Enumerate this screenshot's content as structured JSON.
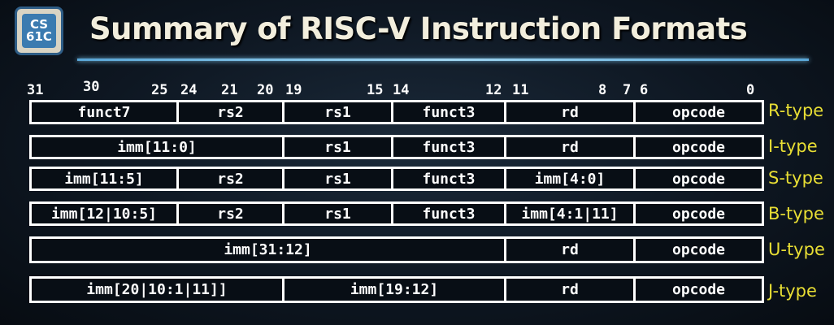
{
  "logo": {
    "line1": "CS",
    "line2": "61C"
  },
  "title": "Summary of RISC-V Instruction Formats",
  "bit_labels": [
    "31",
    "30",
    "25",
    "24",
    "21",
    "20",
    "19",
    "15",
    "14",
    "12",
    "11",
    "8",
    "7",
    "6",
    "0"
  ],
  "formats": [
    {
      "type": "R-type",
      "fields": [
        "funct7",
        "rs2",
        "rs1",
        "funct3",
        "rd",
        "opcode"
      ]
    },
    {
      "type": "I-type",
      "fields": [
        "imm[11:0]",
        "rs1",
        "funct3",
        "rd",
        "opcode"
      ]
    },
    {
      "type": "S-type",
      "fields": [
        "imm[11:5]",
        "rs2",
        "rs1",
        "funct3",
        "imm[4:0]",
        "opcode"
      ]
    },
    {
      "type": "B-type",
      "fields": [
        "imm[12|10:5]",
        "rs2",
        "rs1",
        "funct3",
        "imm[4:1|11]",
        "opcode"
      ]
    },
    {
      "type": "U-type",
      "fields": [
        "imm[31:12]",
        "rd",
        "opcode"
      ]
    },
    {
      "type": "J-type",
      "fields": [
        "imm[20|10:1|11]]",
        "imm[19:12]",
        "rd",
        "opcode"
      ]
    }
  ],
  "colors": {
    "type_label": "#e8de34",
    "title": "#f2eedd",
    "rule": "#7cc3ea"
  }
}
